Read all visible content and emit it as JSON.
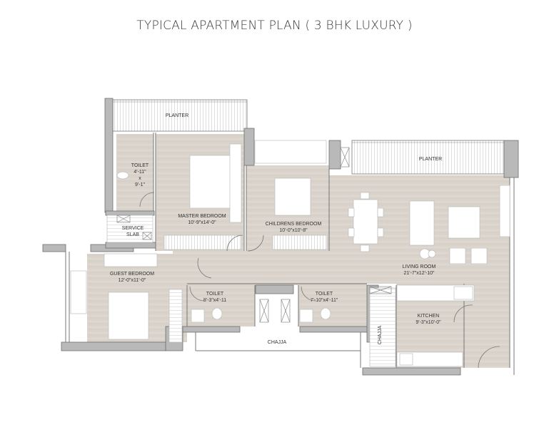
{
  "title": "TYPICAL APARTMENT PLAN ( 3 BHK LUXURY )",
  "colors": {
    "floor": "#d9d3cb",
    "floor_light": "#e3ded7",
    "wall": "#b9b9b9",
    "wall_stroke": "#6f6f6f",
    "furniture": "#ffffff",
    "text": "#333333"
  },
  "rooms": {
    "planter_top_left": {
      "name": "PLANTER"
    },
    "planter_top_right": {
      "name": "PLANTER"
    },
    "toilet_master": {
      "name": "TOILET",
      "dim1": "4'-11\"",
      "dim_sep": "x",
      "dim2": "9'-1\""
    },
    "master_bedroom": {
      "name": "MASTER BEDROOM",
      "dim": "10'-9\"x14'-0\""
    },
    "service_slab": {
      "name1": "SERVICE",
      "name2": "SLAB"
    },
    "childrens_bedroom": {
      "name": "CHILDRENS BEDROOM",
      "dim": "10'-0\"x10'-8\""
    },
    "living_room": {
      "name": "LIVING ROOM",
      "dim": "21'-7\"x12'-10\""
    },
    "guest_bedroom": {
      "name": "GUEST BEDROOM",
      "dim": "12'-0\"x11'-0\""
    },
    "toilet_guest": {
      "name": "TOILET",
      "dim": "8'-3\"x4'-11"
    },
    "toilet_children": {
      "name": "TOILET",
      "dim": "7'-10\"x4'-11\""
    },
    "kitchen": {
      "name": "KITCHEN",
      "dim": "9'-3\"x10'-0\""
    },
    "chaja_bottom": {
      "name": "CHAJJA"
    },
    "chaja_side": {
      "name": "CHAJJA"
    }
  }
}
